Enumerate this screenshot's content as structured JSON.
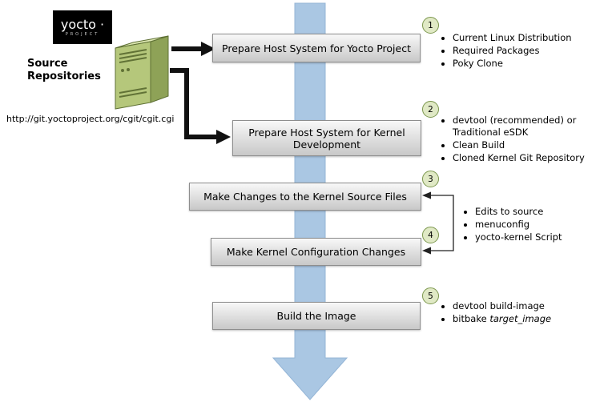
{
  "logo": {
    "wordmark": "yocto ·",
    "sub": "PROJECT"
  },
  "source": {
    "label": "Source Repositories",
    "url": "http://git.yoctoproject.org/cgit/cgit.cgi"
  },
  "steps": [
    {
      "num": "1",
      "label": "Prepare Host System for Yocto Project",
      "bullets": [
        "Current Linux Distribution",
        "Required Packages",
        "Poky Clone"
      ]
    },
    {
      "num": "2",
      "label": "Prepare Host System for Kernel Development",
      "bullets": [
        "devtool (recommended) or Traditional eSDK",
        "Clean Build",
        "Cloned Kernel Git Repository"
      ]
    },
    {
      "num": "3",
      "label": "Make Changes to the Kernel Source Files",
      "bullets": []
    },
    {
      "num": "4",
      "label": "Make Kernel Configuration Changes",
      "bullets": []
    },
    {
      "num": "5",
      "label": "Build the Image",
      "bullets": []
    }
  ],
  "shared34": [
    "Edits to source",
    "menuconfig",
    "yocto-kernel Script"
  ],
  "step5": {
    "item1": "devtool build-image",
    "item2_prefix": "bitbake ",
    "item2_italic": "target_image"
  },
  "colors": {
    "flow_arrow_blue": "#aac7e3",
    "step_box_top": "#f8f8f8",
    "step_box_bottom": "#c8c8c8",
    "badge_fill": "#e0e9c5",
    "badge_border": "#7c974e",
    "server_green": "#b5c77b",
    "logo_background": "#000000"
  }
}
